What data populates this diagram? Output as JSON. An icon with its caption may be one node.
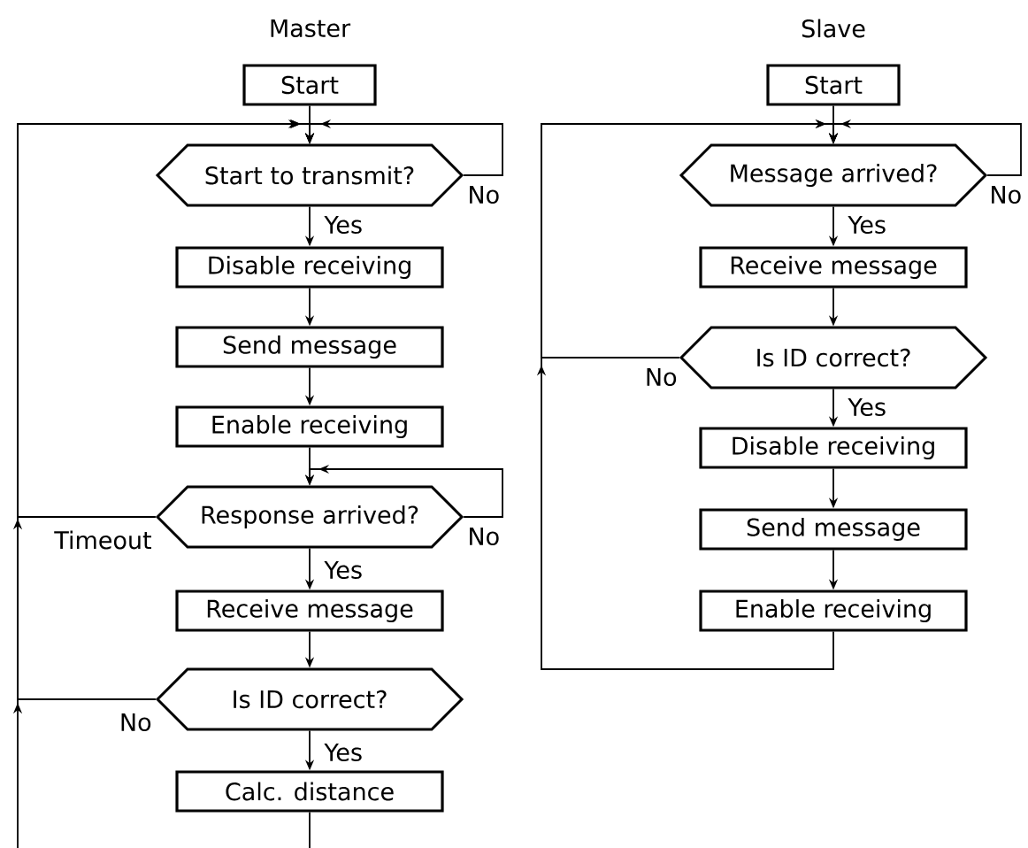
{
  "diagram": {
    "nodes": [
      {
        "text": [
          "Start"
        ]
      },
      {
        "text": [
          "Start to transmit?"
        ]
      },
      {
        "text": [
          "Disable receiving"
        ]
      },
      {
        "text": [
          "Send message"
        ]
      },
      {
        "text": [
          "Enable receiving"
        ]
      },
      {
        "text": [
          "Response arrived?"
        ]
      },
      {
        "text": [
          "Receive message"
        ]
      },
      {
        "text": [
          "Is ID correct?"
        ]
      },
      {
        "text": [
          "Calc. distance"
        ]
      },
      {
        "text": [
          "Start"
        ]
      },
      {
        "text": [
          "Message arrived?"
        ]
      },
      {
        "text": [
          "Receive message"
        ]
      },
      {
        "text": [
          "Is ID correct?"
        ]
      },
      {
        "text": [
          "Disable receiving"
        ]
      },
      {
        "text": [
          "Send message"
        ]
      },
      {
        "text": [
          "Enable receiving"
        ]
      }
    ],
    "edges": [
      {
        "from": 0,
        "to": 1,
        "arrow": "to"
      },
      {
        "from": 1,
        "to": 2,
        "arrow": "to",
        "label": "Yes"
      },
      {
        "from": 1,
        "to": 1,
        "arrow": "to",
        "label": "No"
      },
      {
        "from": 2,
        "to": 3,
        "arrow": "to"
      },
      {
        "from": 3,
        "to": 4,
        "arrow": "to"
      },
      {
        "from": 4,
        "to": 5,
        "arrow": "to"
      },
      {
        "from": 5,
        "to": 5,
        "arrow": "to",
        "label": "No"
      },
      {
        "from": 5,
        "to": 1,
        "arrow": "to",
        "label": "Timeout"
      },
      {
        "from": 5,
        "to": 6,
        "arrow": "to",
        "label": "Yes"
      },
      {
        "from": 6,
        "to": 7,
        "arrow": "to"
      },
      {
        "from": 7,
        "to": 1,
        "arrow": "to",
        "label": "No"
      },
      {
        "from": 7,
        "to": 8,
        "arrow": "to",
        "label": "Yes"
      },
      {
        "from": 8,
        "to": null,
        "arrow": "none"
      },
      {
        "from": null,
        "to": 1,
        "arrow": "to"
      },
      {
        "from": 9,
        "to": 10,
        "arrow": "to"
      },
      {
        "from": 10,
        "to": 11,
        "arrow": "to",
        "label": "Yes"
      },
      {
        "from": 10,
        "to": 10,
        "arrow": "to",
        "label": "No"
      },
      {
        "from": 11,
        "to": 12,
        "arrow": "to"
      },
      {
        "from": 12,
        "to": 10,
        "arrow": "to",
        "label": "No"
      },
      {
        "from": 12,
        "to": 13,
        "arrow": "to",
        "label": "Yes"
      },
      {
        "from": 13,
        "to": 14,
        "arrow": "to"
      },
      {
        "from": 14,
        "to": 15,
        "arrow": "to"
      },
      {
        "from": 15,
        "to": 10,
        "arrow": "to"
      }
    ],
    "labels": [
      "Master",
      "Slave"
    ]
  }
}
